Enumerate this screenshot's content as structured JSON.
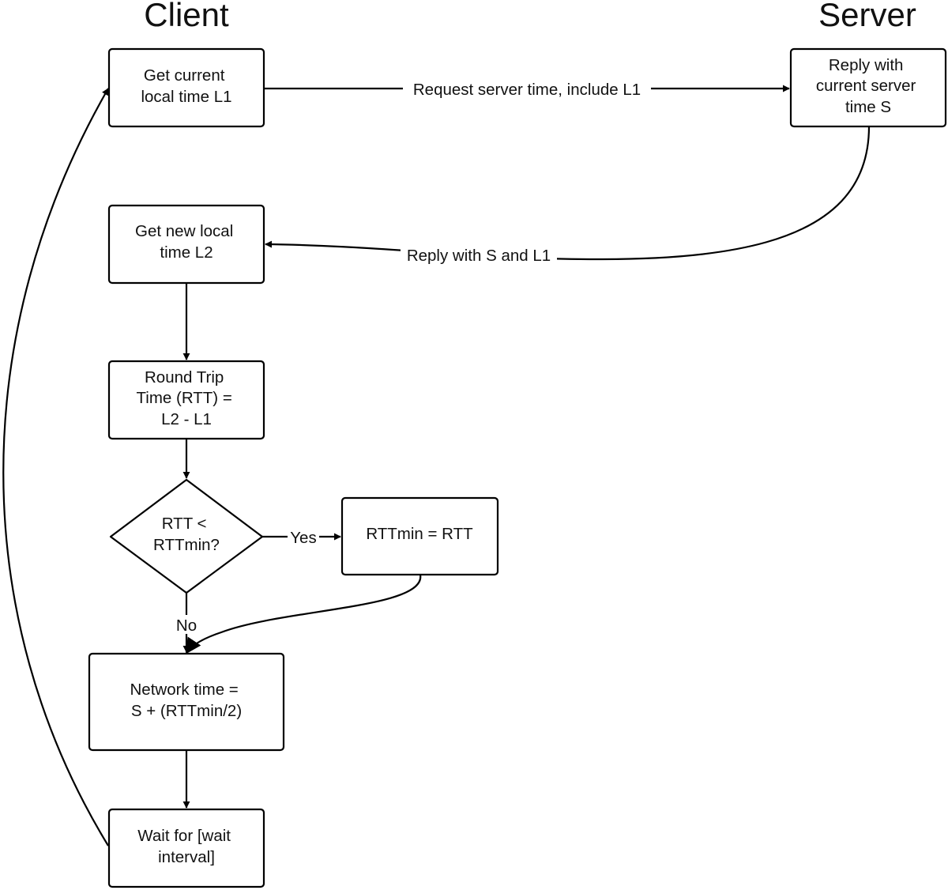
{
  "headings": {
    "client": "Client",
    "server": "Server"
  },
  "nodes": {
    "get_local_time": [
      "Get current",
      "local time L1"
    ],
    "server_reply": [
      "Reply with",
      "current server",
      "time S"
    ],
    "get_new_local_time": [
      "Get new local",
      "time L2"
    ],
    "rtt": [
      "Round Trip",
      "Time (RTT) =",
      "L2 - L1"
    ],
    "rtt_decision": [
      "RTT <",
      "RTTmin?"
    ],
    "rttmin_assign": [
      "RTTmin = RTT"
    ],
    "network_time": [
      "Network time =",
      "S + (RTTmin/2)"
    ],
    "wait": [
      "Wait for [wait",
      "interval]"
    ]
  },
  "edges": {
    "request": "Request server time, include L1",
    "reply": "Reply with S and L1",
    "yes": "Yes",
    "no": "No"
  }
}
